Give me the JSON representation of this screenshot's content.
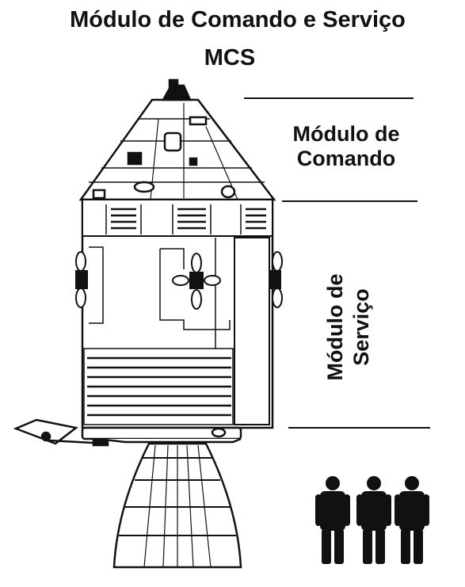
{
  "title": {
    "main": "Módulo de Comando e Serviço",
    "abbr": "MCS"
  },
  "labels": {
    "command_module_line1": "Módulo de",
    "command_module_line2": "Comando",
    "service_module_line1": "Módulo de",
    "service_module_line2": "Serviço"
  },
  "colors": {
    "ink": "#111111",
    "paper": "#ffffff"
  }
}
